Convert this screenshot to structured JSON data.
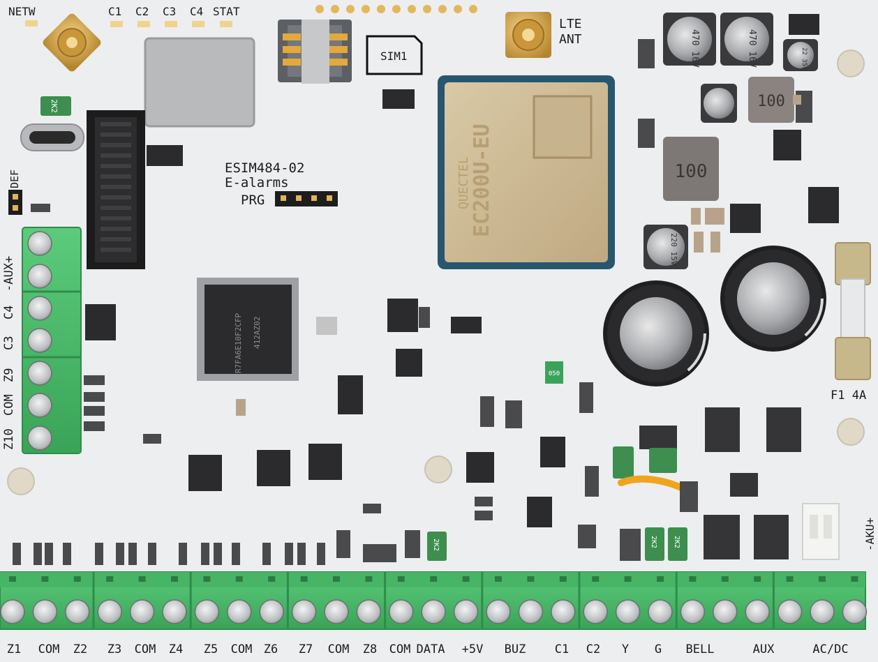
{
  "board": {
    "model": "ESIM484-02",
    "brand": "E-alarms",
    "prg_label": "PRG",
    "def_label": "DEF",
    "sim_label": "SIM1",
    "netw_label": "NETW",
    "led_labels": [
      "C1",
      "C2",
      "C3",
      "C4",
      "STAT"
    ],
    "lte_label": "LTE",
    "ant_label": "ANT",
    "fuse_label": "F1 4A",
    "mcu_marking": "R7FA6E10F2CFP",
    "mcu_code": "412AZ02",
    "modem_marking": "EC200U-EU",
    "modem_brand": "QUECTEL",
    "inductor_1": "100",
    "inductor_2": "100",
    "cap_1": "470 16V",
    "cap_2": "470 16V",
    "cap_3": "220 15V",
    "cap_4": "22 35V",
    "fuse_chip_1": "2K2",
    "fuse_chip_2": "2K2",
    "fuse_chip_3": "2K2",
    "fuse_chip_4": "2K2",
    "green_chip": "050",
    "side_labels": [
      "-AUX+",
      "C4",
      "C3",
      "Z9",
      "COM",
      "Z10"
    ],
    "aku_label": "-AKU+",
    "bottom_labels": [
      "Z1",
      "COM",
      "Z2",
      "Z3",
      "COM",
      "Z4",
      "Z5",
      "COM",
      "Z6",
      "Z7",
      "COM",
      "Z8",
      "COM",
      "DATA",
      "+5V",
      "BUZ",
      "C1",
      "C2",
      "Y",
      "G",
      "BELL",
      "AUX",
      "AC/DC"
    ]
  },
  "colors": {
    "pcb": "#eceef0",
    "terminal": "#4bb96b",
    "terminal_dark": "#2f8c4a",
    "gold": "#d6a64a",
    "chip": "#2b2b2e",
    "silk": "#1c1c1c"
  }
}
